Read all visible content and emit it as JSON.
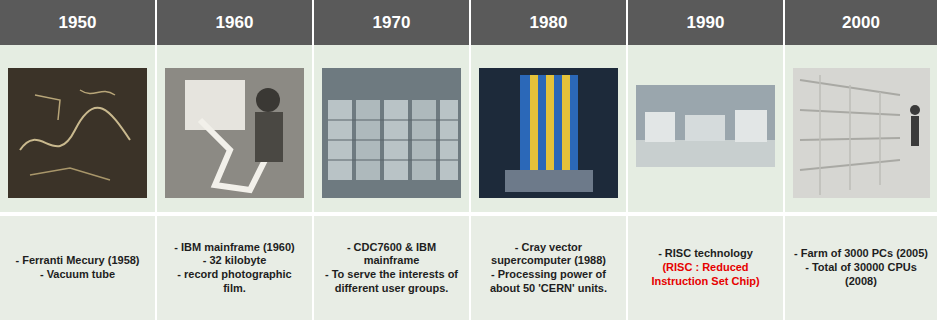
{
  "diagram": {
    "nodes": [
      {
        "text": [
          "1950"
        ]
      },
      {
        "text": [
          "1960"
        ]
      },
      {
        "text": [
          "1970"
        ]
      },
      {
        "text": [
          "1980"
        ]
      },
      {
        "text": [
          "1990"
        ]
      },
      {
        "text": [
          "2000"
        ]
      },
      {
        "text": [
          "- Ferranti Mecury (1958)",
          "- Vacuum tube"
        ]
      },
      {
        "text": [
          "- IBM mainframe (1960)",
          "- 32 kilobyte",
          "- record photographic film."
        ]
      },
      {
        "text": [
          "- CDC7600 & IBM mainframe",
          "- To serve the interests of different user groups."
        ]
      },
      {
        "text": [
          "- Cray vector supercomputer (1988)",
          "- Processing power of about 50 'CERN' units."
        ]
      },
      {
        "text": [
          "- RISC technology",
          "(RISC : Reduced Instruction Set Chip)"
        ]
      },
      {
        "text": [
          "- Farm of 3000 PCs (2005)",
          "- Total of 30000 CPUs (2008)"
        ]
      }
    ]
  }
}
